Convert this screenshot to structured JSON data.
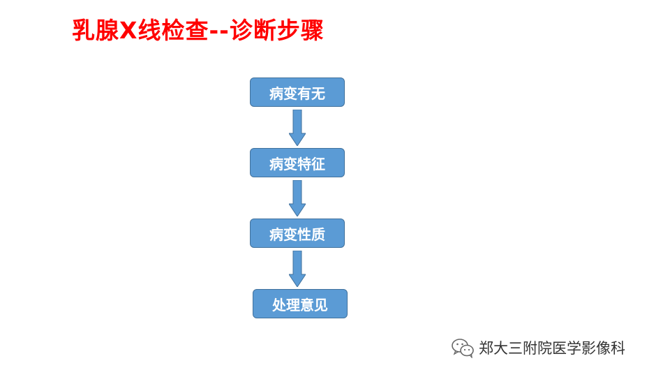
{
  "slide": {
    "title": "乳腺X线检查--诊断步骤"
  },
  "flow": {
    "steps": [
      "病变有无",
      "病变特征",
      "病变性质",
      "处理意见"
    ]
  },
  "colors": {
    "title": "#ff0000",
    "box_fill": "#5b9bd5",
    "box_border": "#41719c",
    "arrow_fill": "#5b9bd5"
  },
  "watermark": {
    "icon": "wechat-icon",
    "text": "郑大三附院医学影像科"
  }
}
